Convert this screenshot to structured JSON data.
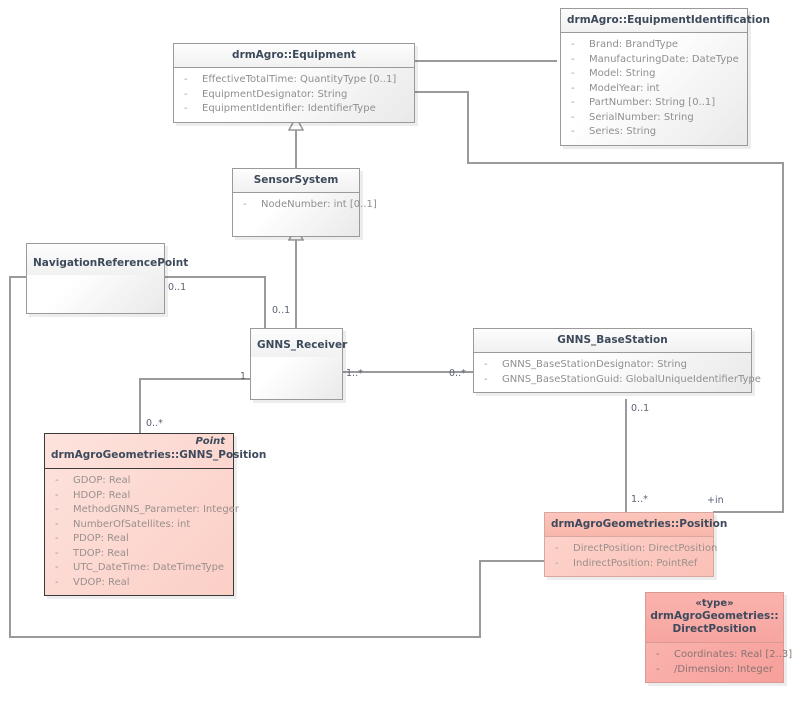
{
  "diagram": {
    "type": "uml-class-diagram",
    "title": "drmAgro GNSS equipment class diagram"
  },
  "classes": [
    {
      "id": "equipment-identification",
      "name": "drmAgro::EquipmentIdentification",
      "stereotype": "",
      "attributes": [
        "Brand: BrandType",
        "ManufacturingDate: DateType",
        "Model: String",
        "ModelYear: int",
        "PartNumber: String [0..1]",
        "SerialNumber: String",
        "Series: String"
      ]
    },
    {
      "id": "equipment",
      "name": "drmAgro::Equipment",
      "stereotype": "",
      "attributes": [
        "EffectiveTotalTime: QuantityType [0..1]",
        "EquipmentDesignator: String",
        "EquipmentIdentifier: IdentifierType"
      ]
    },
    {
      "id": "sensor-system",
      "name": "SensorSystem",
      "stereotype": "",
      "attributes": [
        "NodeNumber: int [0..1]"
      ]
    },
    {
      "id": "navigation-reference-point",
      "name": "NavigationReferencePoint",
      "stereotype": "",
      "attributes": []
    },
    {
      "id": "gnns-receiver",
      "name": "GNNS_Receiver",
      "stereotype": "",
      "attributes": []
    },
    {
      "id": "gnns-base-station",
      "name": "GNNS_BaseStation",
      "stereotype": "",
      "attributes": [
        "GNNS_BaseStationDesignator: String",
        "GNNS_BaseStationGuid: GlobalUniqueIdentifierType"
      ]
    },
    {
      "id": "gnns-position",
      "name": "drmAgroGeometries::GNNS_Position",
      "stereotype": "Point",
      "attributes": [
        "GDOP: Real",
        "HDOP: Real",
        "MethodGNNS_Parameter: Integer",
        "NumberOfSatellites: int",
        "PDOP: Real",
        "TDOP: Real",
        "UTC_DateTime: DateTimeType",
        "VDOP: Real"
      ]
    },
    {
      "id": "position",
      "name": "drmAgroGeometries::Position",
      "stereotype": "",
      "attributes": [
        "DirectPosition: DirectPosition",
        "IndirectPosition: PointRef"
      ]
    },
    {
      "id": "direct-position",
      "name": "drmAgroGeometries::",
      "name_line2": "DirectPosition",
      "stereotype": "«type»",
      "attributes": [
        "Coordinates: Real [2..3]",
        "/Dimension: Integer"
      ]
    }
  ],
  "multiplicities": [
    {
      "id": "nrp-to-receiver-source",
      "label": "0..1"
    },
    {
      "id": "receiver-to-sensorsystem",
      "label": "0..1"
    },
    {
      "id": "receiver-to-position-1",
      "label": "1"
    },
    {
      "id": "receiver-to-basestation",
      "label": "1..*"
    },
    {
      "id": "basestation-from-receiver",
      "label": "0..*"
    },
    {
      "id": "gnns-position-end",
      "label": "0..*"
    },
    {
      "id": "basestation-to-position",
      "label": "0..1"
    },
    {
      "id": "position-from-basestation",
      "label": "1..*"
    },
    {
      "id": "in-role",
      "label": "+in"
    }
  ],
  "colors": {
    "line": "#9a9a9a",
    "text": "#3d4a5c",
    "attribute_text": "#8f8f8f",
    "pink_fill": "#fbcfc6",
    "pink_strong": "#f79f9b",
    "grey_fill": "#f1f1f1"
  }
}
